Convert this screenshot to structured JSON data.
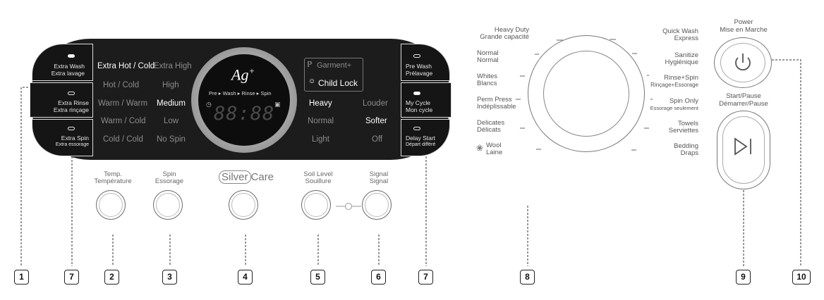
{
  "side_buttons_left": [
    {
      "line1": "Extra Wash",
      "line2": "Extra lavage",
      "led_on": true
    },
    {
      "line1": "Extra Rinse",
      "line2": "Extra rinçage",
      "led_on": false
    },
    {
      "line1": "Extra Spin",
      "line2": "Extra essorage",
      "led_on": false
    }
  ],
  "side_buttons_right": [
    {
      "line1": "Pre Wash",
      "line2": "Prélavage",
      "led_on": false
    },
    {
      "line1": "My Cycle",
      "line2": "Mon cycle",
      "led_on": true
    },
    {
      "line1": "Delay Start",
      "line2": "Départ différé",
      "led_on": false
    }
  ],
  "temp_options": [
    "Extra Hot / Cold",
    "Hot / Cold",
    "Warm / Warm",
    "Warm / Cold",
    "Cold / Cold"
  ],
  "spin_options": [
    "Extra High",
    "High",
    "Medium",
    "Low",
    "No Spin"
  ],
  "soil_options": [
    "Heavy",
    "Normal",
    "Light"
  ],
  "signal_options": [
    "Louder",
    "Softer",
    "Off"
  ],
  "display": {
    "ag_logo": "Ag",
    "ag_sup": "+",
    "stages": "Pre ▸ Wash ▸ Rinse ▸ Spin",
    "time": "88:88",
    "garment_plus": "Garment+",
    "child_lock": "Child Lock"
  },
  "knobs": [
    {
      "l1": "Temp.",
      "l2": "Température"
    },
    {
      "l1": "Spin",
      "l2": "Essorage"
    },
    {
      "l1": "Silver",
      "l2": "Care"
    },
    {
      "l1": "Soil Level",
      "l2": "Souillure"
    },
    {
      "l1": "Signal",
      "l2": "Signal"
    }
  ],
  "dial_labels_left": [
    {
      "l1": "Heavy Duty",
      "l2": "Grande capacité"
    },
    {
      "l1": "Normal",
      "l2": "Normal"
    },
    {
      "l1": "Whites",
      "l2": "Blancs"
    },
    {
      "l1": "Perm Press",
      "l2": "Indéplissable"
    },
    {
      "l1": "Delicates",
      "l2": "Délicats"
    },
    {
      "l1": "Wool",
      "l2": "Laine"
    }
  ],
  "dial_labels_right": [
    {
      "l1": "Quick Wash",
      "l2": "Express"
    },
    {
      "l1": "Sanitize",
      "l2": "Hygiénique"
    },
    {
      "l1": "Rinse+Spin",
      "l2": "Rinçage+Essorage"
    },
    {
      "l1": "Spin Only",
      "l2": "Essorage seulement"
    },
    {
      "l1": "Towels",
      "l2": "Serviettes"
    },
    {
      "l1": "Bedding",
      "l2": "Draps"
    }
  ],
  "power": {
    "l1": "Power",
    "l2": "Mise en Marche"
  },
  "start": {
    "l1": "Start/Pause",
    "l2": "Démarrer/Pause"
  },
  "callouts": [
    "1",
    "7",
    "2",
    "3",
    "4",
    "5",
    "6",
    "7",
    "8",
    "9",
    "10"
  ],
  "colors": {
    "panel": "#1c1c1c",
    "selected": "#ffffff",
    "unselected": "#8c8c8c",
    "callout_border": "#222222"
  }
}
